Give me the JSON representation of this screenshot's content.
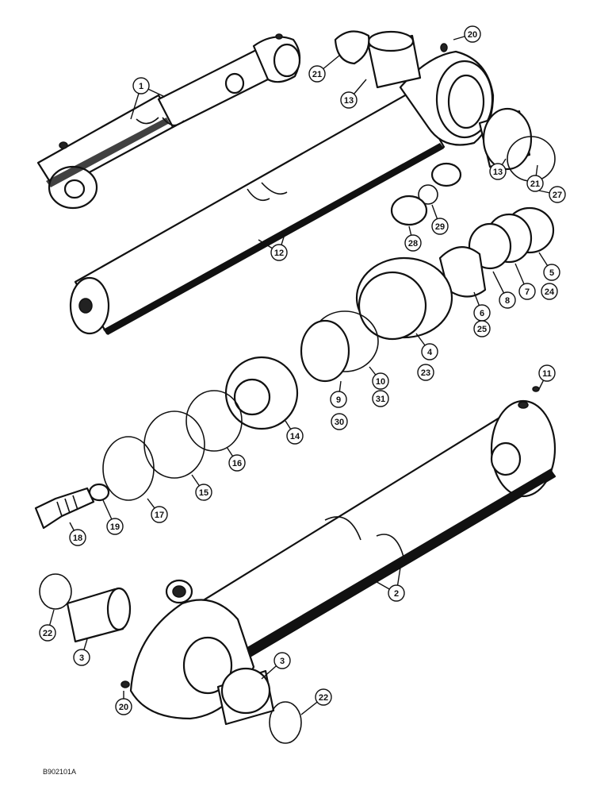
{
  "figure_id": "B902101A",
  "callouts": [
    {
      "label": "1"
    },
    {
      "label": "20"
    },
    {
      "label": "21"
    },
    {
      "label": "13"
    },
    {
      "label": "13"
    },
    {
      "label": "21"
    },
    {
      "label": "27"
    },
    {
      "label": "28"
    },
    {
      "label": "29"
    },
    {
      "label": "12"
    },
    {
      "label": "5"
    },
    {
      "label": "24"
    },
    {
      "label": "7"
    },
    {
      "label": "8"
    },
    {
      "label": "6"
    },
    {
      "label": "25"
    },
    {
      "label": "4"
    },
    {
      "label": "23"
    },
    {
      "label": "10"
    },
    {
      "label": "31"
    },
    {
      "label": "9"
    },
    {
      "label": "30"
    },
    {
      "label": "14"
    },
    {
      "label": "16"
    },
    {
      "label": "15"
    },
    {
      "label": "17"
    },
    {
      "label": "19"
    },
    {
      "label": "18"
    },
    {
      "label": "11"
    },
    {
      "label": "2"
    },
    {
      "label": "22"
    },
    {
      "label": "3"
    },
    {
      "label": "3"
    },
    {
      "label": "20"
    },
    {
      "label": "22"
    }
  ]
}
